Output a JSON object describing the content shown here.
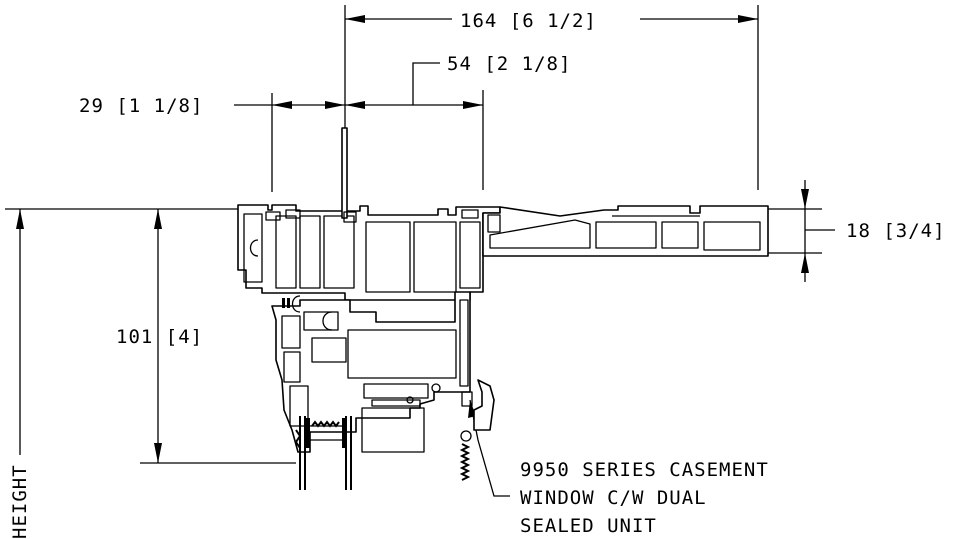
{
  "dimensions": {
    "overall_width": "164 [6 1/2]",
    "inner_width": "54 [2 1/8]",
    "sash_width": "29 [1 1/8]",
    "height": "101 [4]",
    "sill_thickness": "18 [3/4]",
    "side_label": "HEIGHT"
  },
  "note": {
    "line1": "9950 SERIES CASEMENT",
    "line2": "WINDOW C/W DUAL",
    "line3": "SEALED UNIT"
  }
}
